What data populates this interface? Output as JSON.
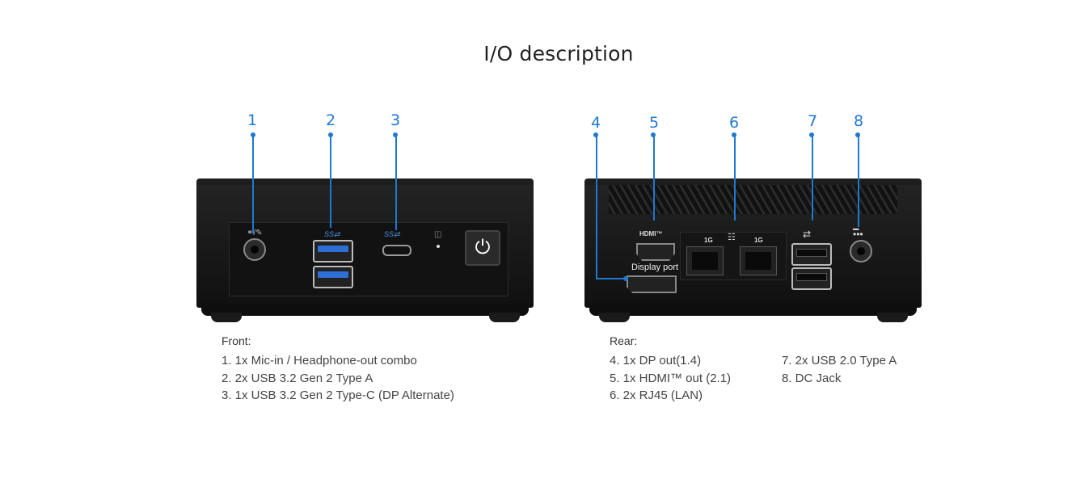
{
  "title": "I/O description",
  "callouts": [
    "1",
    "2",
    "3",
    "4",
    "5",
    "6",
    "7",
    "8"
  ],
  "device_labels": {
    "hdmi_logo": "HDMI™",
    "display_port": "Display port",
    "lan1": "1G",
    "lan2": "1G"
  },
  "front": {
    "heading": "Front:",
    "items": [
      "1. 1x Mic-in / Headphone-out combo",
      "2. 2x USB 3.2 Gen 2 Type A",
      "3. 1x USB 3.2 Gen 2 Type-C (DP Alternate)"
    ]
  },
  "rear": {
    "heading": "Rear:",
    "items": [
      "4. 1x DP out(1.4)",
      "5. 1x HDMI™ out (2.1)",
      "6. 2x RJ45 (LAN)",
      "7. 2x USB 2.0 Type A",
      "8. DC Jack"
    ]
  },
  "colors": {
    "accent": "#1f78d1"
  }
}
